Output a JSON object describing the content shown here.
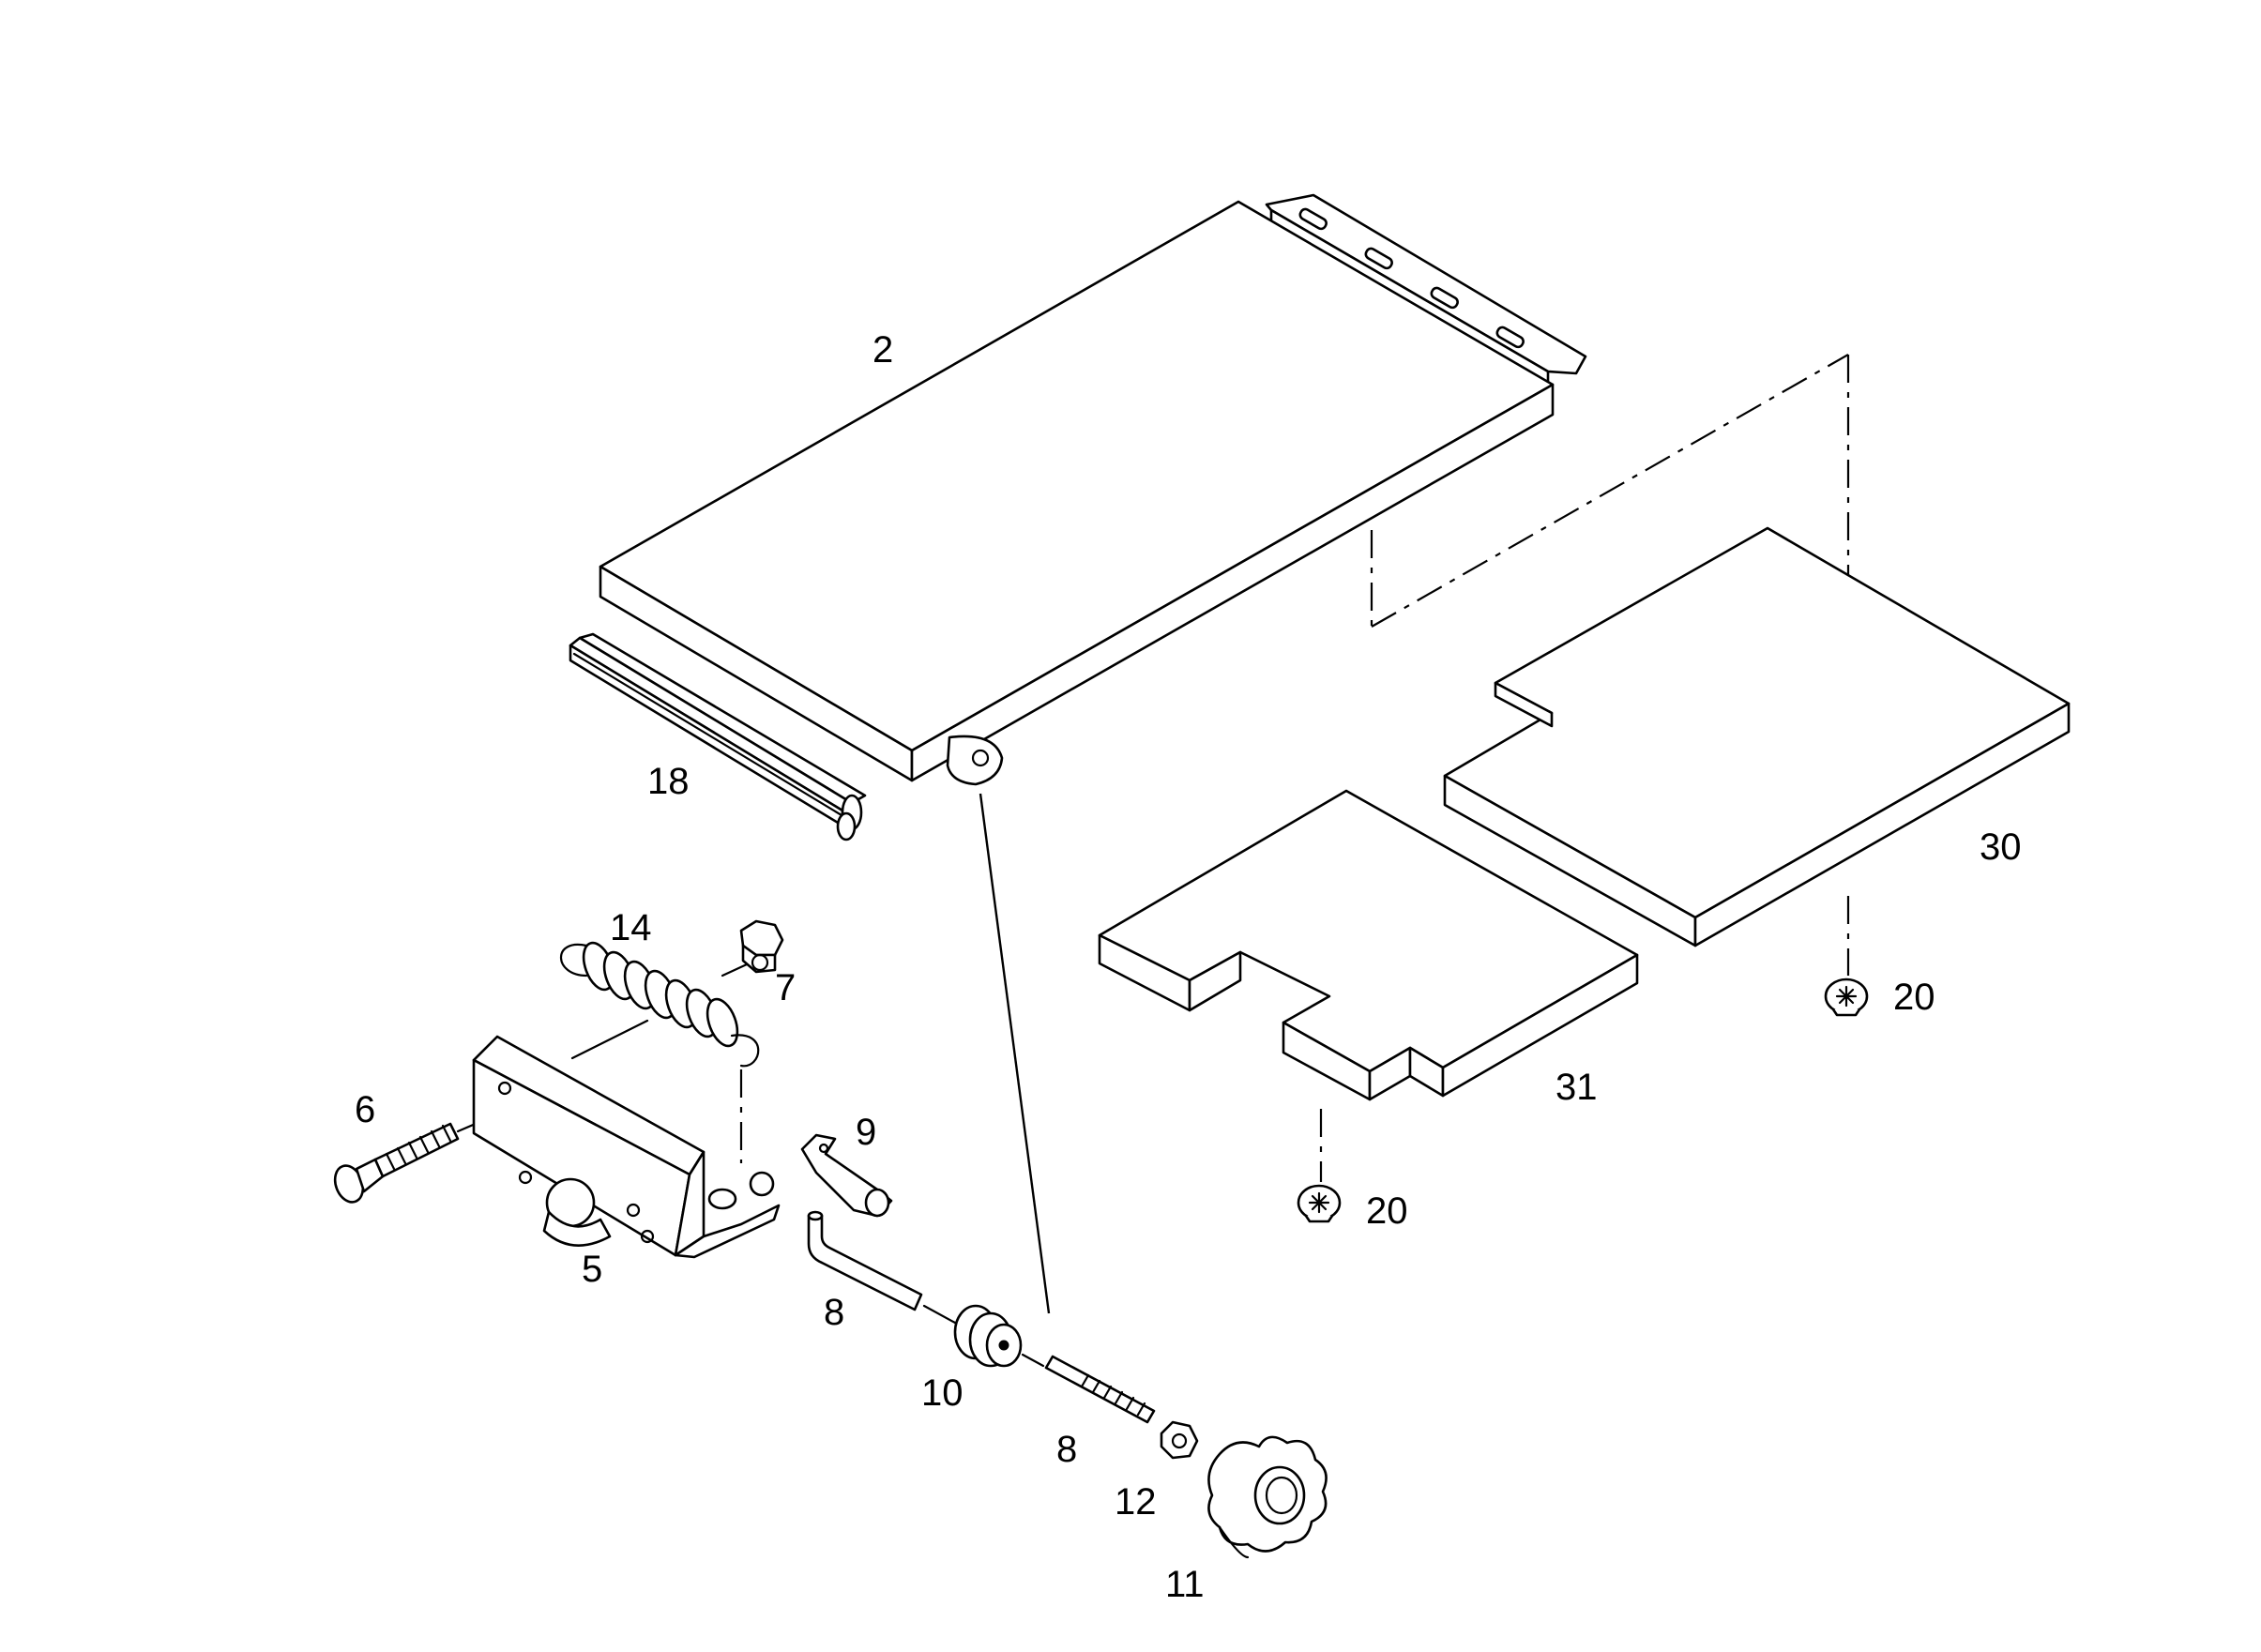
{
  "colors": {
    "line": "#000000",
    "background": "#ffffff"
  },
  "labels": {
    "p2": "2",
    "p18": "18",
    "p14": "14",
    "p7": "7",
    "p6": "6",
    "p5": "5",
    "p9": "9",
    "p8a": "8",
    "p10": "10",
    "p8b": "8",
    "p12": "12",
    "p11": "11",
    "p30": "30",
    "p20a": "20",
    "p31": "31",
    "p20b": "20"
  }
}
